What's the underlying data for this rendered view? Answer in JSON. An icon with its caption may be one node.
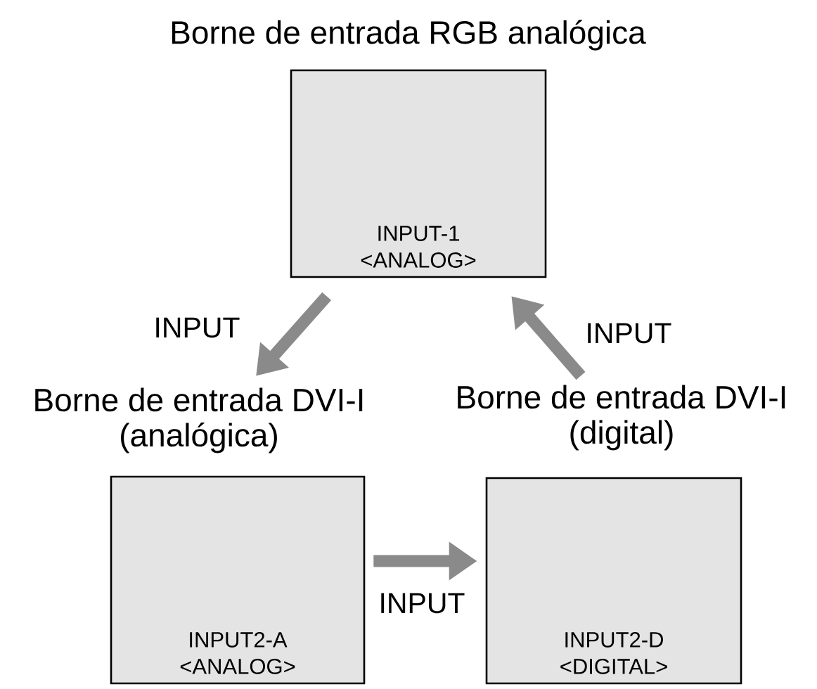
{
  "diagram": {
    "nodes": [
      {
        "text": [
          "Borne de entrada RGB analógica",
          "INPUT-1 <ANALOG>"
        ]
      },
      {
        "text": [
          "Borne de entrada DVI-I (analógica)",
          "INPUT2-A <ANALOG>"
        ]
      },
      {
        "text": [
          "Borne de entrada DVI-I (digital)",
          "INPUT2-D <DIGITAL>"
        ]
      }
    ],
    "edges": [
      {
        "from": 0,
        "to": 1,
        "arrow": "to",
        "label": "INPUT"
      },
      {
        "from": 1,
        "to": 2,
        "arrow": "to",
        "label": "INPUT"
      },
      {
        "from": 2,
        "to": 0,
        "arrow": "to",
        "label": "INPUT"
      }
    ]
  }
}
